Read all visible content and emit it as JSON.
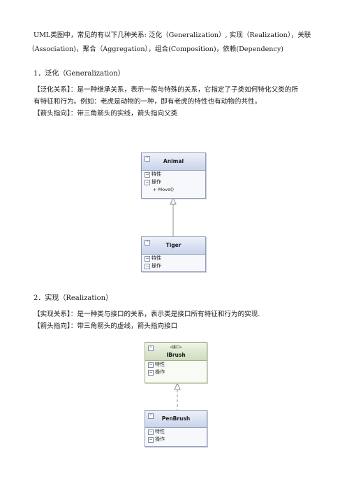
{
  "intro": {
    "line1": "UML类图中，常见的有以下几种关系: 泛化（Generalization）, 实现（Realization），关联",
    "line2": "（Association)，聚合（Aggregation），组合(Composition)，依赖(Dependency)"
  },
  "sections": [
    {
      "heading": "1．泛化（Generalization）",
      "relation_line1": "【泛化关系】：是一种继承关系，表示一般与特殊的关系，它指定了子类如何特化父类的所",
      "relation_line2": "有特征和行为。例如：老虎是动物的一种，即有老虎的特性也有动物的共性。",
      "arrow_line": "【箭头指向】：带三角箭头的实线，箭头指向父类"
    },
    {
      "heading": "2．实现（Realization）",
      "relation_line1": "【实现关系】：是一种类与接口的关系，表示类是接口所有特征和行为的实现.",
      "arrow_line": "【箭头指向】：带三角箭头的虚线，箭头指向接口"
    }
  ],
  "diagrams": {
    "animal": {
      "name": "Animal",
      "attr_label": "特性",
      "ops_label": "操作",
      "ops": [
        "+ Move()"
      ]
    },
    "tiger": {
      "name": "Tiger",
      "attr_label": "特性",
      "ops_label": "操作"
    },
    "ibrush": {
      "stereotype": "«接口»",
      "name": "IBrush",
      "attr_label": "特性",
      "ops_label": "操作"
    },
    "penbrush": {
      "name": "PenBrush",
      "attr_label": "特性",
      "ops_label": "操作"
    }
  },
  "icons": {
    "collapse": "collapse-icon",
    "expand": "expand-toggle-icon"
  },
  "colors": {
    "class_header": "#c9d3ec",
    "interface_header": "#cfdcbc",
    "border": "#8e9bb4"
  }
}
